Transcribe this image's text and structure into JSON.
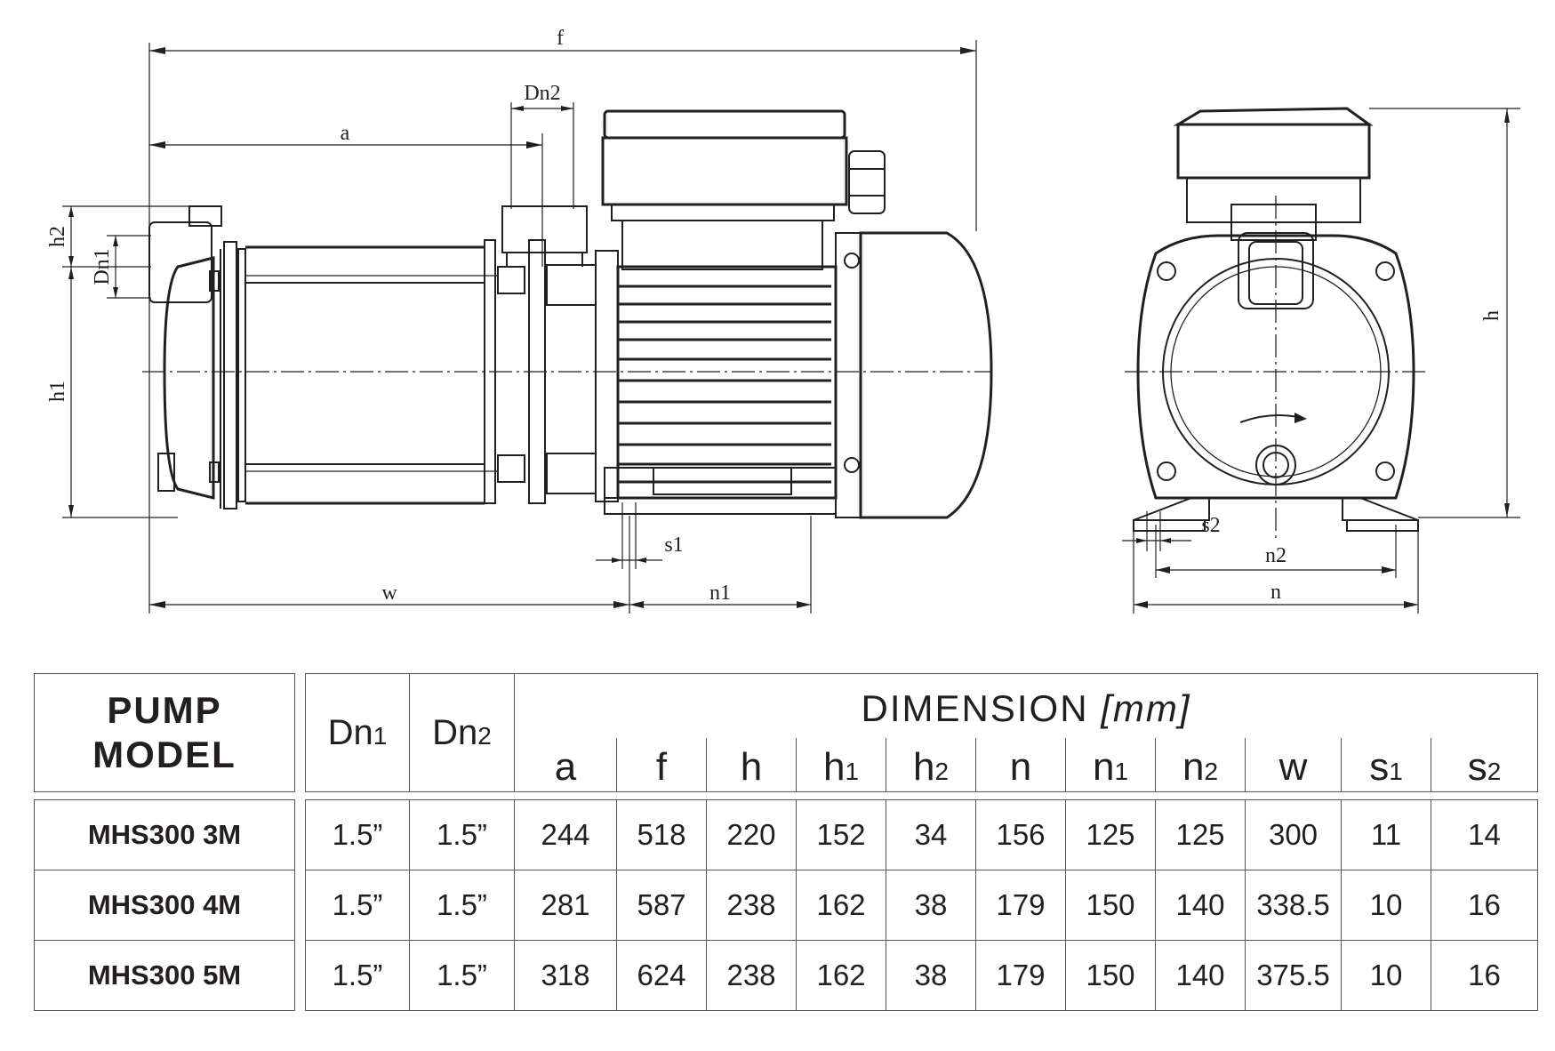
{
  "drawing": {
    "side_view_labels": {
      "f": "f",
      "dn2": "Dn2",
      "a": "a",
      "h2": "h2",
      "dn1": "Dn1",
      "h1": "h1",
      "w": "w",
      "n1": "n1",
      "s1": "s1"
    },
    "end_view_labels": {
      "h": "h",
      "s2": "s2",
      "n2": "n2",
      "n": "n"
    }
  },
  "table": {
    "pump_model_header_line1": "PUMP",
    "pump_model_header_line2": "MODEL",
    "dn1_header": "Dn",
    "dn1_sub": "1",
    "dn2_header": "Dn",
    "dn2_sub": "2",
    "dimension_title": "DIMENSION",
    "dimension_unit": "[mm]",
    "columns": [
      {
        "main": "a",
        "sub": ""
      },
      {
        "main": "f",
        "sub": ""
      },
      {
        "main": "h",
        "sub": ""
      },
      {
        "main": "h",
        "sub": "1"
      },
      {
        "main": "h",
        "sub": "2"
      },
      {
        "main": "n",
        "sub": ""
      },
      {
        "main": "n",
        "sub": "1"
      },
      {
        "main": "n",
        "sub": "2"
      },
      {
        "main": "w",
        "sub": ""
      },
      {
        "main": "s",
        "sub": "1"
      },
      {
        "main": "s",
        "sub": "2"
      }
    ],
    "rows": [
      {
        "model": "MHS300 3M",
        "dn1": "1.5”",
        "dn2": "1.5”",
        "values": [
          "244",
          "518",
          "220",
          "152",
          "34",
          "156",
          "125",
          "125",
          "300",
          "11",
          "14"
        ]
      },
      {
        "model": "MHS300 4M",
        "dn1": "1.5”",
        "dn2": "1.5”",
        "values": [
          "281",
          "587",
          "238",
          "162",
          "38",
          "179",
          "150",
          "140",
          "338.5",
          "10",
          "16"
        ]
      },
      {
        "model": "MHS300 5M",
        "dn1": "1.5”",
        "dn2": "1.5”",
        "values": [
          "318",
          "624",
          "238",
          "162",
          "38",
          "179",
          "150",
          "140",
          "375.5",
          "10",
          "16"
        ]
      }
    ]
  }
}
